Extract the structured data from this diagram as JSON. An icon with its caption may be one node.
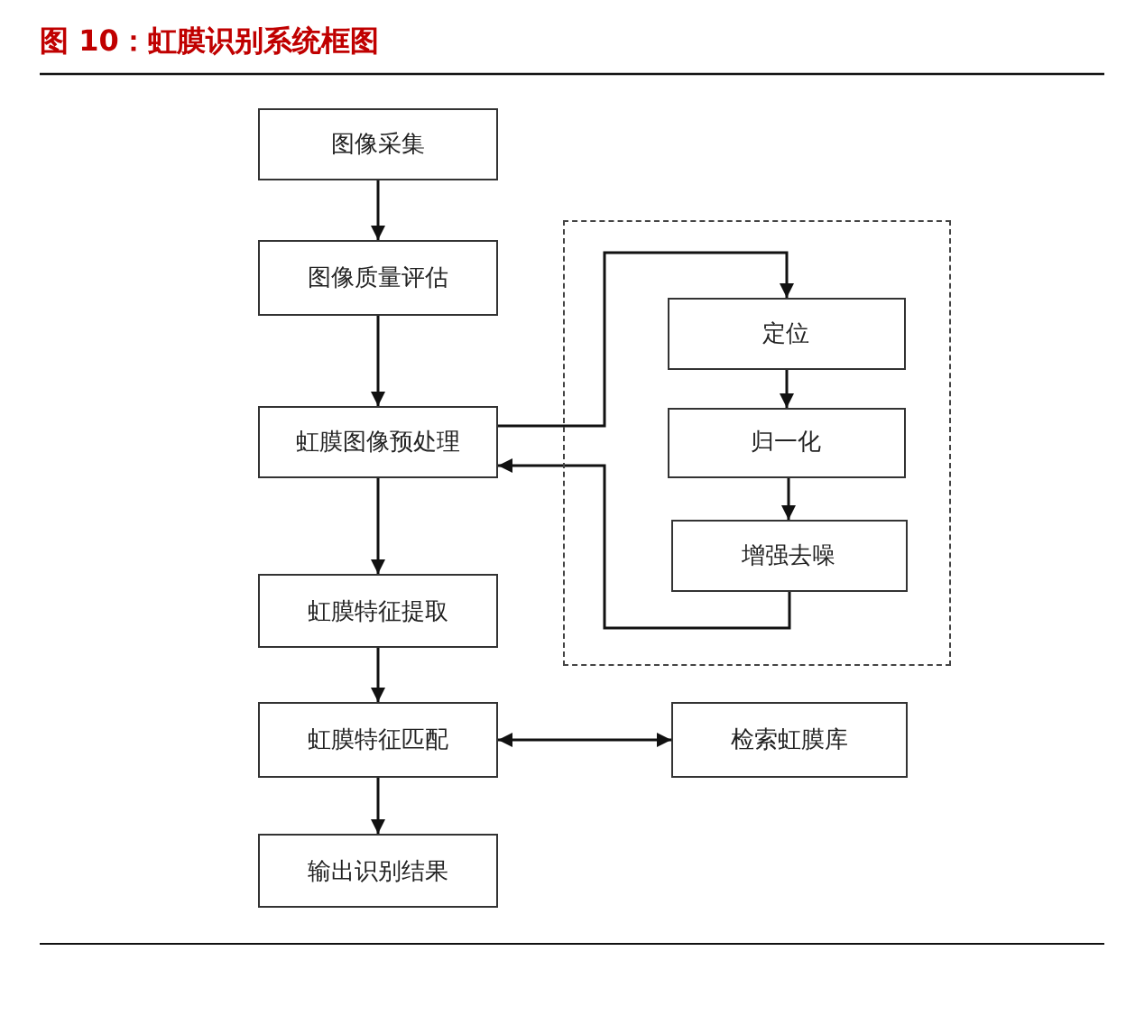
{
  "diagram": {
    "title": "图 10：虹膜识别系统框图",
    "nodes": [
      {
        "text": [
          "图像采集"
        ]
      },
      {
        "text": [
          "图像质量评估"
        ]
      },
      {
        "text": [
          "虹膜图像预处理"
        ]
      },
      {
        "text": [],
        "shape": "box"
      },
      {
        "text": [
          "定位"
        ],
        "in": 3
      },
      {
        "text": [
          "归一化"
        ],
        "in": 3
      },
      {
        "text": [
          "增强去噪"
        ],
        "in": 3
      },
      {
        "text": [
          "虹膜特征提取"
        ]
      },
      {
        "text": [
          "虹膜特征匹配"
        ]
      },
      {
        "text": [
          "检索虹膜库"
        ]
      },
      {
        "text": [
          "输出识别结果"
        ]
      }
    ],
    "edges": [
      {
        "from": 0,
        "to": 1,
        "arrow": "to"
      },
      {
        "from": 1,
        "to": 2,
        "arrow": "to"
      },
      {
        "from": 2,
        "to": 4,
        "arrow": "to"
      },
      {
        "from": 4,
        "to": 5,
        "arrow": "to"
      },
      {
        "from": 5,
        "to": 6,
        "arrow": "to"
      },
      {
        "from": 6,
        "to": 2,
        "arrow": "to"
      },
      {
        "from": 2,
        "to": 7,
        "arrow": "to"
      },
      {
        "from": 7,
        "to": 8,
        "arrow": "to"
      },
      {
        "from": 8,
        "to": 9,
        "arrow": "both"
      },
      {
        "from": 8,
        "to": 10,
        "arrow": "to"
      }
    ]
  }
}
